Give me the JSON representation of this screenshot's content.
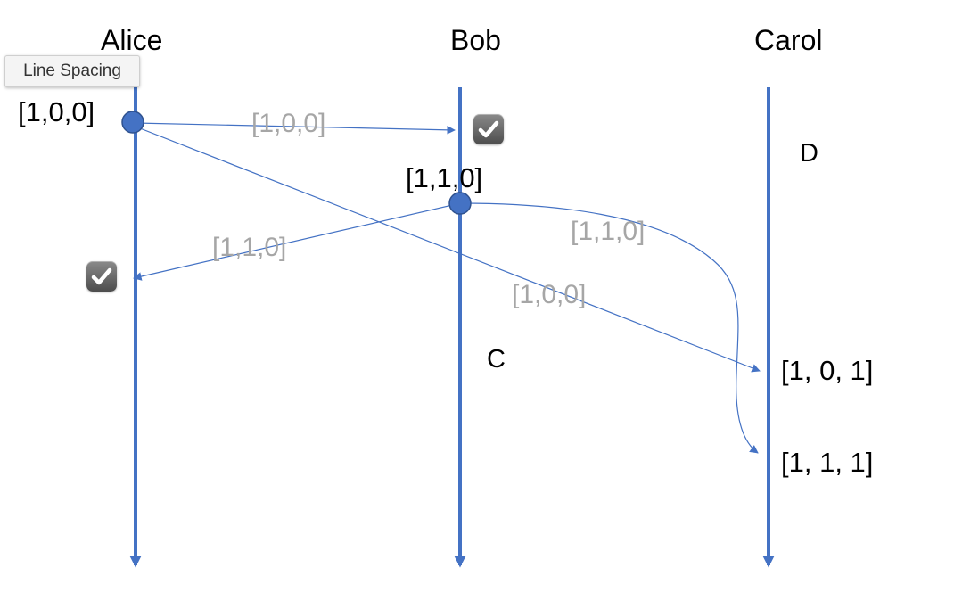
{
  "tooltip": {
    "text": "Line Spacing"
  },
  "processes": [
    {
      "name": "Alice"
    },
    {
      "name": "Bob"
    },
    {
      "name": "Carol"
    }
  ],
  "events": {
    "alice_send": {
      "clock": "[1,0,0]"
    },
    "bob_send": {
      "clock": "[1,1,0]"
    },
    "carol_recv_1": {
      "clock": "[1, 0, 1]"
    },
    "carol_recv_2": {
      "clock": "[1, 1, 1]"
    }
  },
  "messages": {
    "alice_to_bob": "[1,0,0]",
    "alice_to_carol": "[1,0,0]",
    "bob_to_alice": "[1,1,0]",
    "bob_to_carol": "[1,1,0]"
  },
  "markers": {
    "bob": "C",
    "carol": "D"
  },
  "checkmarks": [
    {
      "process": "Bob",
      "icon": "checkmark-icon"
    },
    {
      "process": "Alice",
      "icon": "checkmark-icon"
    }
  ],
  "colors": {
    "timeline": "#4472c4",
    "event_fill": "#4472c4",
    "message_label": "#a6a6a6",
    "checkbox": "#5f5f5f"
  }
}
